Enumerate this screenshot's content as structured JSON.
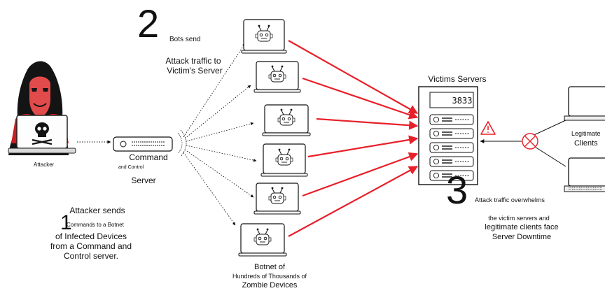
{
  "steps": {
    "step1_number": "1",
    "step2_number": "2",
    "step3_number": "3"
  },
  "labels": {
    "attacker": "Attacker",
    "attacker_sends": "Attacker sends",
    "commands_to_botnet": "Commands to a Botnet",
    "of_infected_devices": "of Infected Devices",
    "from_cc_line1": "from a Command and",
    "from_cc_line2": "Control server.",
    "command": "Command",
    "and_control": "and Control",
    "server": "Server",
    "bots_send": "Bots send",
    "attack_traffic_to": "Attack traffic to",
    "victims_server": "Victim's Server",
    "victims_servers": "Victims Servers",
    "server_display": "3833",
    "attack_traffic_overwhelms": "Attack traffic overwhelms",
    "the_victim_servers_and": "the victim servers and",
    "legit_clients_face": "legitimate clients face",
    "server_downtime": "Server Downtime",
    "botnet_line1": "Botnet of",
    "botnet_line2": "Hundreds of Thousands of",
    "botnet_line3": "Zombie Devices",
    "legitimate": "Legitimate",
    "clients": "Clients"
  },
  "colors": {
    "attack": "#e8202a",
    "hood": "#161616",
    "face": "#e63a3a",
    "line": "#111111"
  }
}
